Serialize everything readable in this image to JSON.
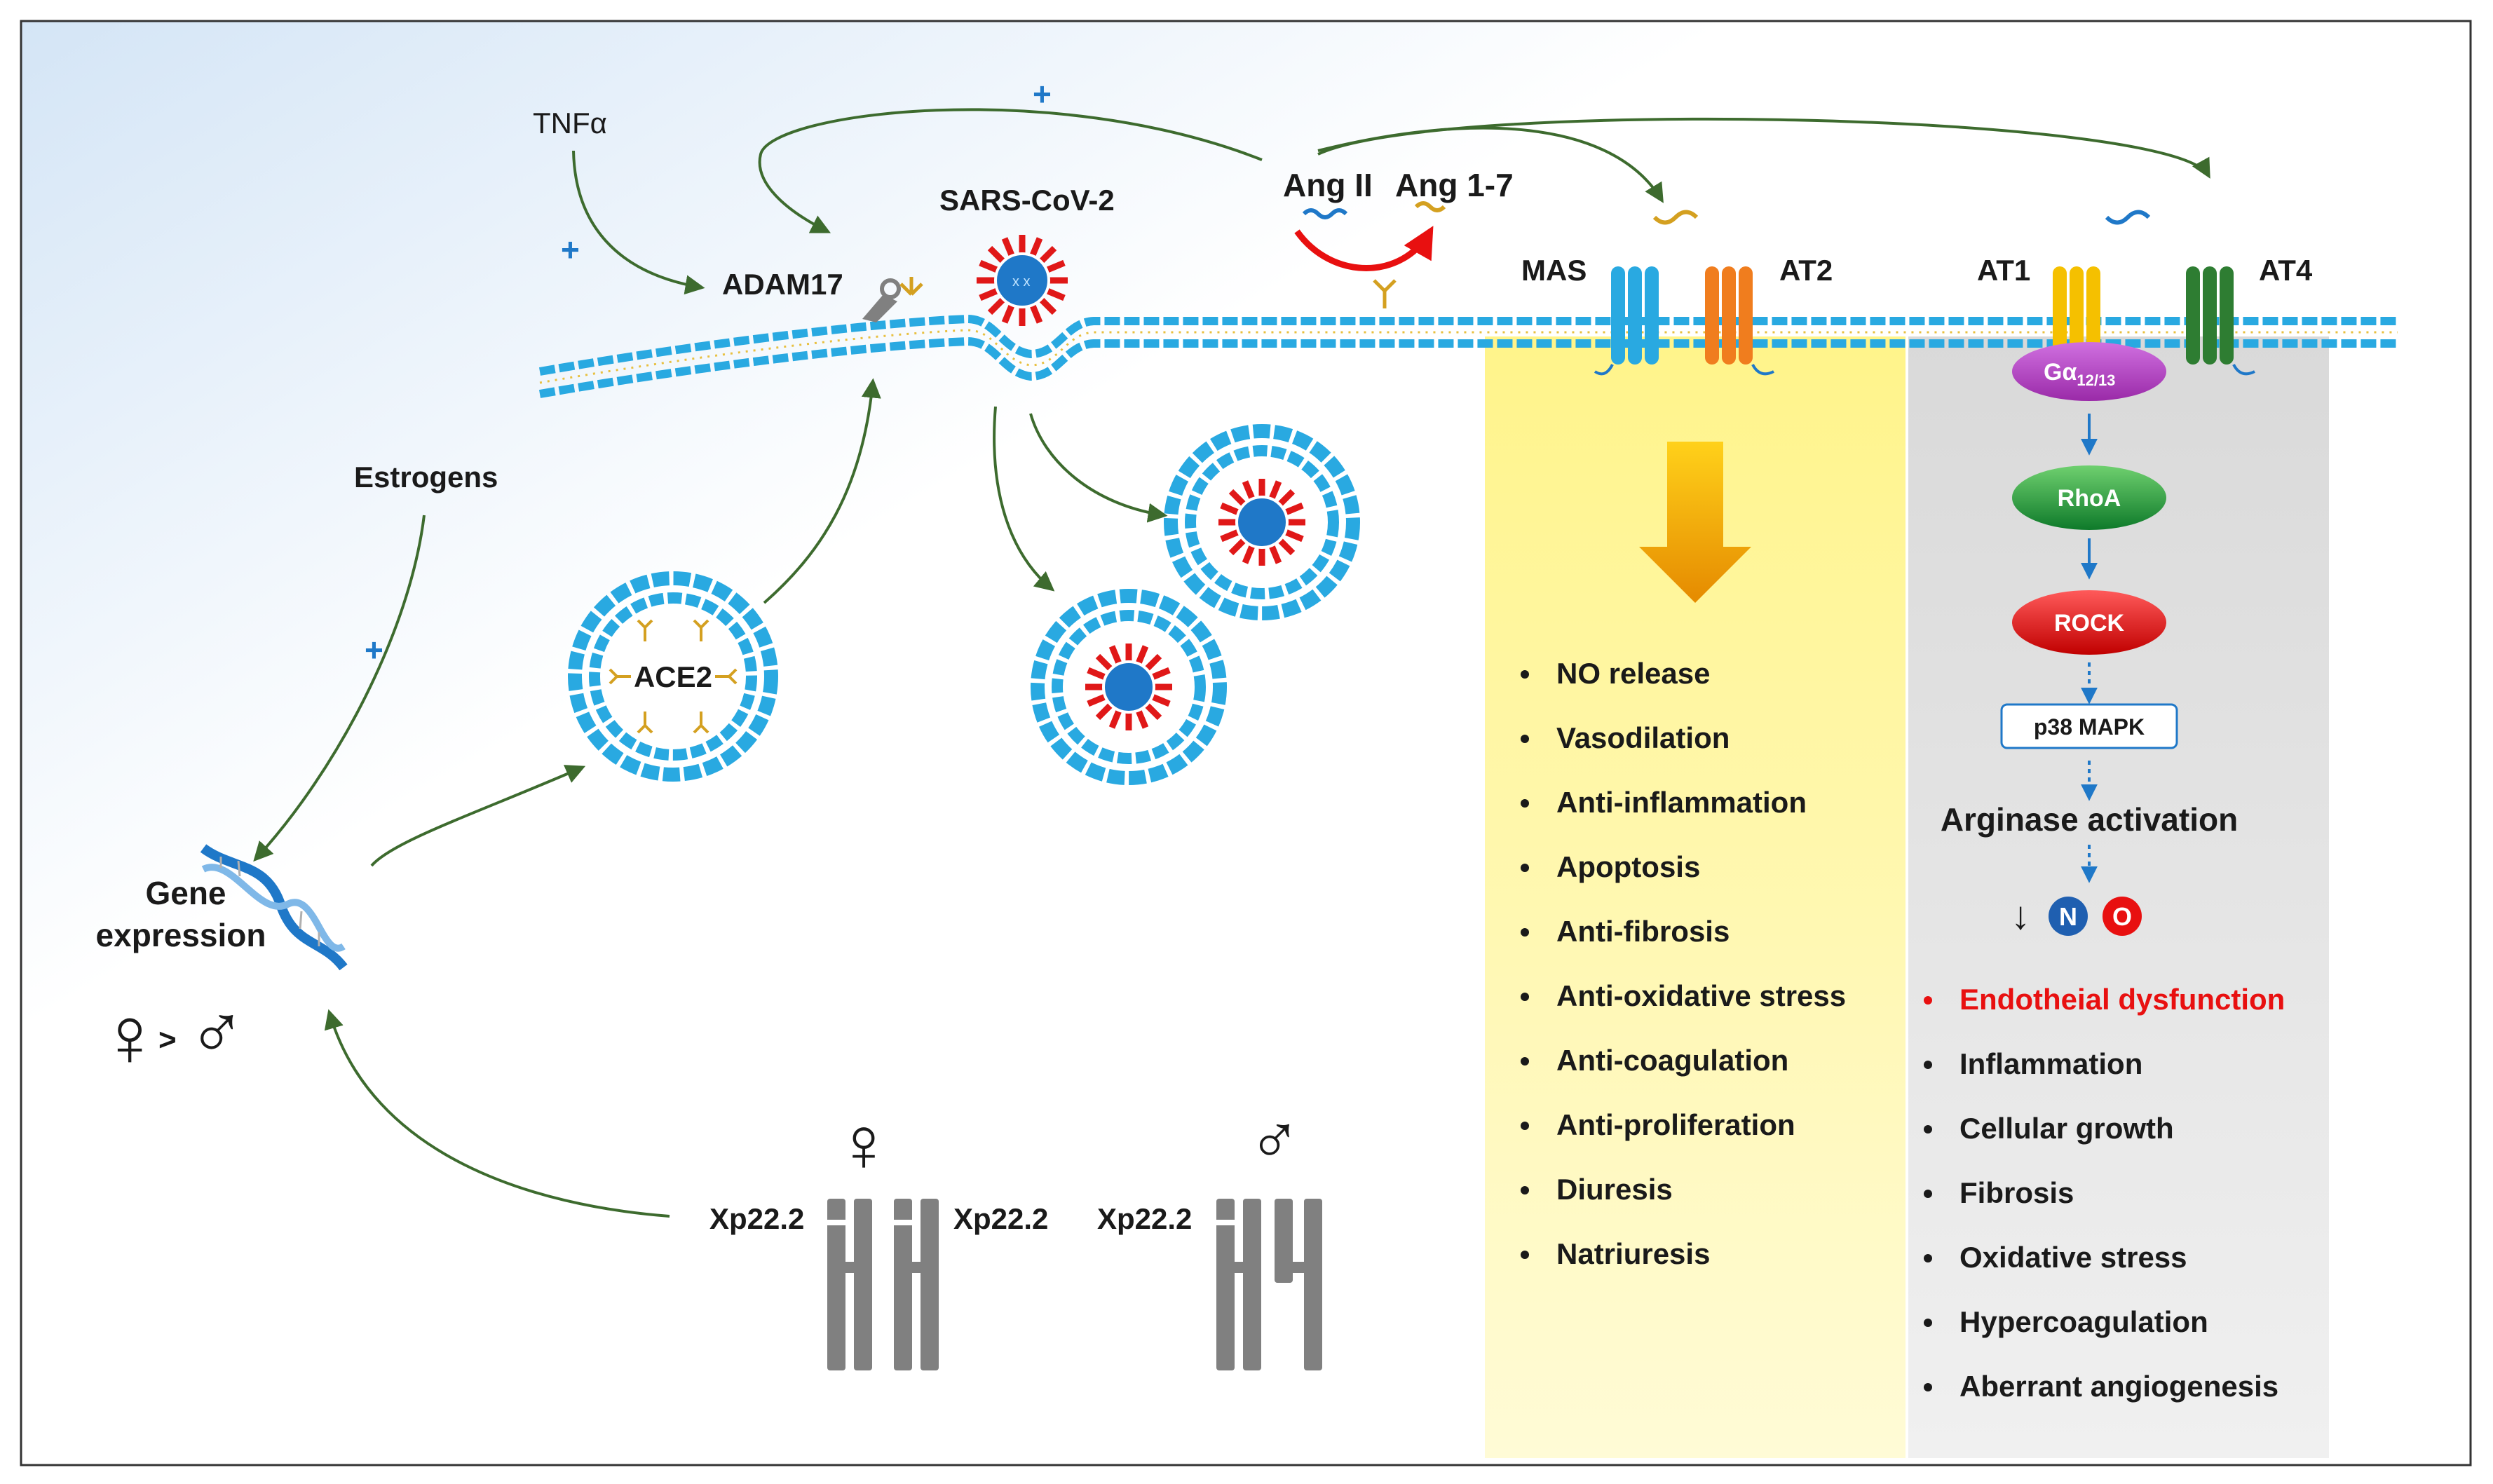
{
  "labels": {
    "tnf": "TNFα",
    "adam17": "ADAM17",
    "sars": "SARS-CoV-2",
    "ang2": "Ang II",
    "ang17": "Ang 1-7",
    "mas": "MAS",
    "at2": "AT2",
    "at1": "AT1",
    "at4": "AT4",
    "estrogens": "Estrogens",
    "ace2": "ACE2",
    "gene_line1": "Gene",
    "gene_line2": "expression",
    "female_symbol": "♀",
    "male_symbol": "♂",
    "greater": ">",
    "xp_left": "Xp22.2",
    "xp_mid": "Xp22.2",
    "xp_male": "Xp22.2",
    "plus": "+",
    "arrow_down": "↓",
    "n_letter": "N",
    "o_letter": "O"
  },
  "pathway": {
    "galpha": "Gα",
    "galpha_sub": "12/13",
    "rhoa": "RhoA",
    "rock": "ROCK",
    "p38": "p38 MAPK",
    "arginase": "Arginase activation"
  },
  "protective_effects": [
    "NO release",
    "Vasodilation",
    "Anti-inflammation",
    "Apoptosis",
    "Anti-fibrosis",
    "Anti-oxidative stress",
    "Anti-coagulation",
    "Anti-proliferation",
    "Diuresis",
    "Natriuresis"
  ],
  "harmful_effects": [
    "Endotheial dysfunction",
    "Inflammation",
    "Cellular growth",
    "Fibrosis",
    "Oxidative stress",
    "Hypercoagulation",
    "Aberrant angiogenesis"
  ],
  "colors": {
    "membrane": "#29a9e1",
    "arrow": "#3d6b2e",
    "yellow_panel": "#fff8a0",
    "grey_panel": "#e6e6e6",
    "red_text": "#e81010",
    "galpha": "#b43fc0",
    "rhoa": "#1f9a3b",
    "rock": "#e01010",
    "blue_arrow": "#1f78c8"
  }
}
